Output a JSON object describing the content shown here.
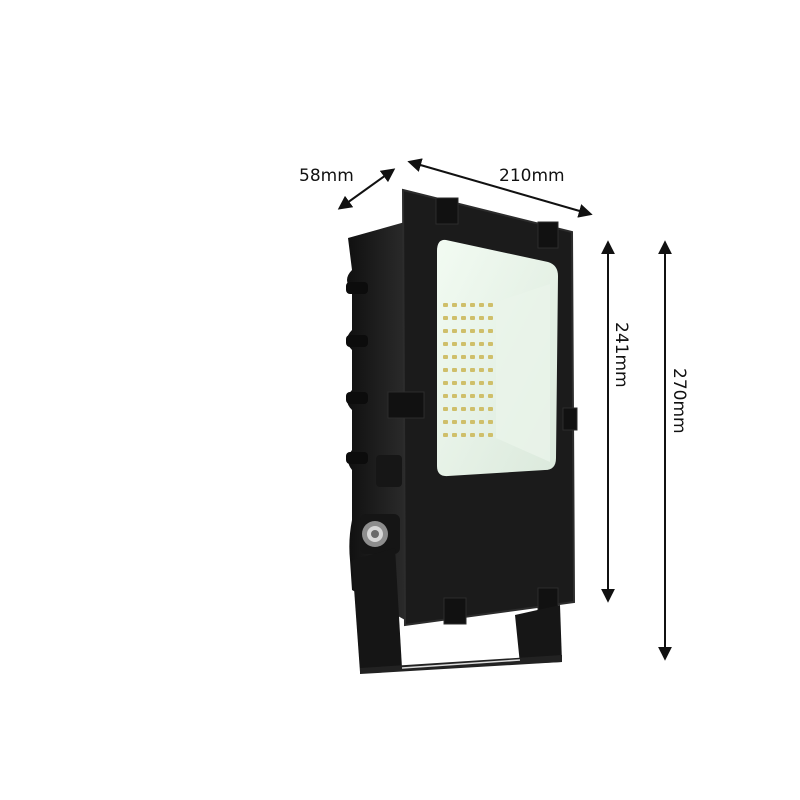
{
  "dimensions": {
    "depth": "58mm",
    "width": "210mm",
    "lens_height": "241mm",
    "total_height": "270mm"
  },
  "colors": {
    "housing": "#1a1a1a",
    "housing_edge": "#2b2b2b",
    "panel": "#e6f2e6",
    "led": "#d9c76a",
    "arrow": "#111111"
  }
}
